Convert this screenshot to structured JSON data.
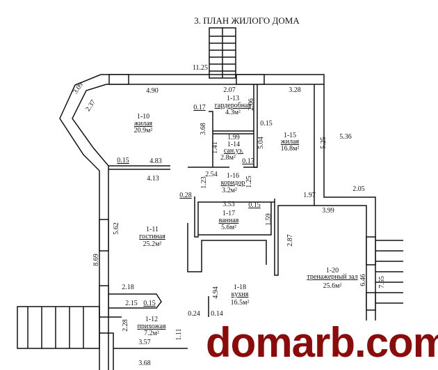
{
  "title": "3. ПЛАН ЖИЛОГО ДОМА",
  "rooms": [
    {
      "id": "1-10",
      "name": "жилая",
      "area": "20.9м²"
    },
    {
      "id": "1-11",
      "name": "гостиная",
      "area": "25.2м²"
    },
    {
      "id": "1-12",
      "name": "прихожая",
      "area": "7.2м²"
    },
    {
      "id": "1-13",
      "name": "гардеробная",
      "area": "4.3м²"
    },
    {
      "id": "1-14",
      "name": "сан.уз.",
      "area": "2.8м²"
    },
    {
      "id": "1-15",
      "name": "жилая",
      "area": "16.8м²"
    },
    {
      "id": "1-16",
      "name": "коридор",
      "area": "3.2м²"
    },
    {
      "id": "1-17",
      "name": "ванная",
      "area": "5.6м²"
    },
    {
      "id": "1-18",
      "name": "кухня",
      "area": "16.5м²"
    },
    {
      "id": "1-20",
      "name": "тренажерный зал",
      "area": "25.6м²"
    }
  ],
  "dims": [
    "11.25",
    "4.90",
    "2.07",
    "3.28",
    "3.09",
    "2.37",
    "0.17",
    "3.68",
    "2.06",
    "0.15",
    "5.04",
    "5.25",
    "5.36",
    "1.99",
    "1.41",
    "0.17",
    "0.15",
    "4.83",
    "4.13",
    "2.54",
    "1.23",
    "1.25",
    "0.28",
    "3.53",
    "0.15",
    "1.97",
    "2.05",
    "3.99",
    "1.59",
    "5.62",
    "8.69",
    "2.87",
    "6.46",
    "7.55",
    "2.18",
    "2.15",
    "0.15",
    "4.94",
    "0.24",
    "0.14",
    "2.28",
    "1.11",
    "3.57",
    "3.68"
  ],
  "watermark": "domarb.com",
  "colors": {
    "wall": "#111111",
    "watermark": "#8b0a0a"
  }
}
